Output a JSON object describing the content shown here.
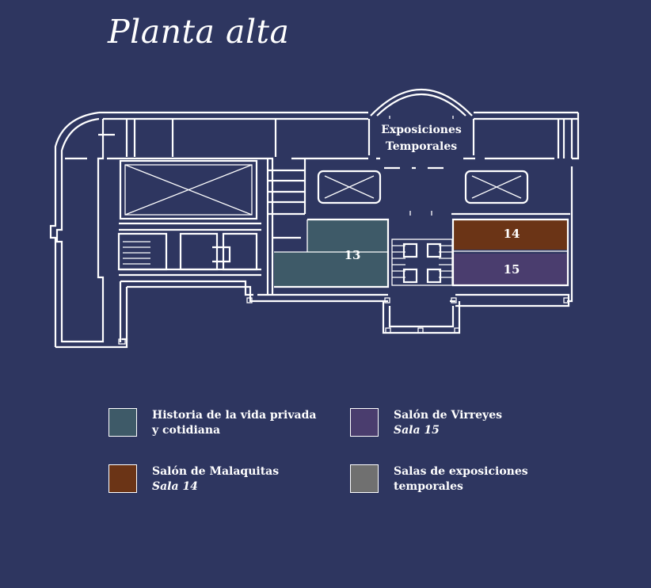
{
  "title": "Planta alta",
  "map": {
    "temp_exhibitions_label_line1": "Exposiciones",
    "temp_exhibitions_label_line2": "Temporales",
    "rooms": [
      {
        "number": "13",
        "category": "historia",
        "color": "#3e5a68"
      },
      {
        "number": "14",
        "category": "malaquitas",
        "color": "#6b3416"
      },
      {
        "number": "15",
        "category": "virreyes",
        "color": "#4a3d6e"
      }
    ]
  },
  "colors": {
    "background": "#2e3660",
    "historia": "#3e5a68",
    "malaquitas": "#6b3416",
    "virreyes": "#4a3d6e",
    "temporales": "#707070",
    "walls": "#ffffff"
  },
  "legend": [
    {
      "line1": "Historia de la vida privada",
      "line2": "y cotidiana",
      "color": "#3e5a68"
    },
    {
      "line1": "Salón de Virreyes",
      "line2": "Sala 15",
      "color": "#4a3d6e"
    },
    {
      "line1": "Salón de Malaquitas",
      "line2": "Sala 14",
      "color": "#6b3416"
    },
    {
      "line1": "Salas de exposiciones",
      "line2": "temporales",
      "color": "#707070"
    }
  ]
}
